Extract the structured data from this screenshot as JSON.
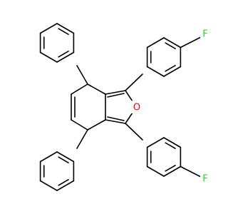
{
  "molecule": {
    "colors": {
      "bond": "#000000",
      "oxygen": "#ff0000",
      "fluorine": "#33cc33"
    },
    "atom_labels": {
      "oxygen": "O",
      "fluorine_top": "F",
      "fluorine_bottom": "F"
    }
  }
}
